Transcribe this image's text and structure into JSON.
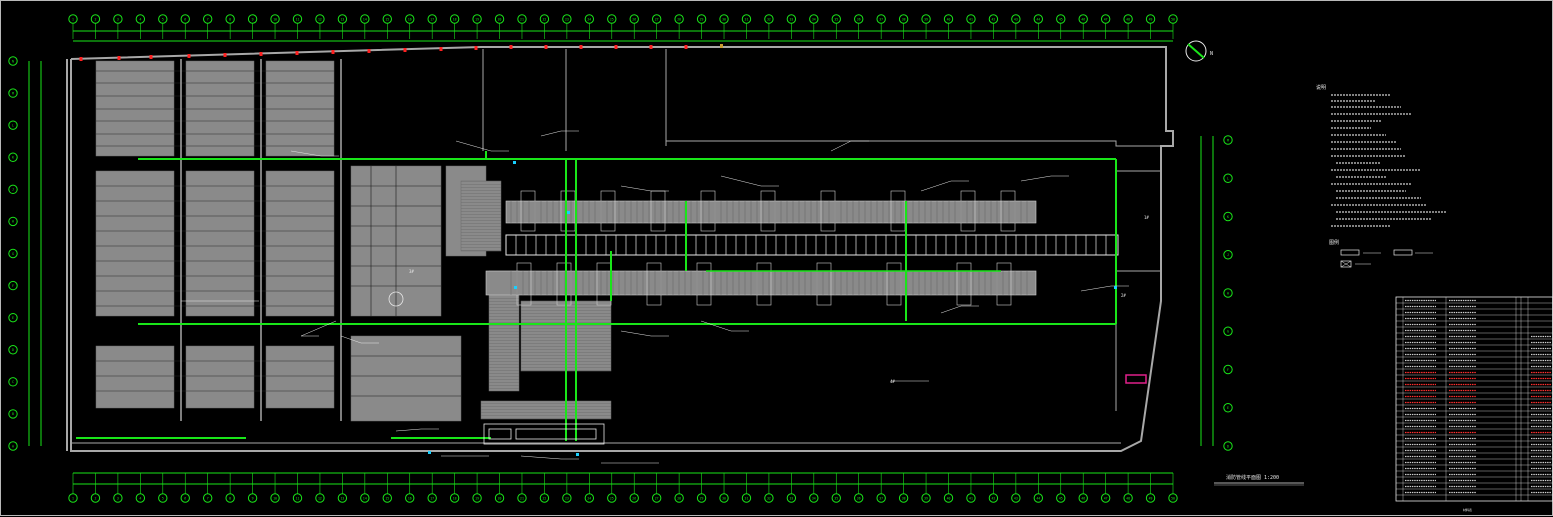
{
  "drawing": {
    "title": "消防管线平面图  1:200",
    "north_label": "N",
    "notes_heading": "说明",
    "legend_heading": "图例",
    "table_footer": "材料表",
    "room_labels": [
      "1#",
      "2#",
      "3#",
      "4#"
    ],
    "colors": {
      "background": "#000000",
      "wall": "#a8a8a8",
      "equipment_fill": "#8a8a8a",
      "pipe": "#19e619",
      "axis": "#19e619",
      "valve": "#ff2020",
      "highlight": "#e0208a",
      "cyan": "#19d0ff",
      "text": "#e8e8e8"
    }
  },
  "axes": {
    "top": [
      "1",
      "2",
      "3",
      "4",
      "5",
      "6",
      "7",
      "8",
      "9",
      "10",
      "11",
      "12",
      "13",
      "14",
      "15",
      "16",
      "17",
      "18",
      "19",
      "20",
      "21",
      "22",
      "23",
      "24",
      "25",
      "26",
      "27",
      "28",
      "29",
      "30",
      "31",
      "32",
      "33",
      "34",
      "35",
      "36",
      "37",
      "38",
      "39",
      "40",
      "41",
      "42",
      "43",
      "44",
      "45",
      "46",
      "47",
      "48",
      "49",
      "50"
    ],
    "left": [
      "N",
      "M",
      "L",
      "K",
      "J",
      "H",
      "G",
      "F",
      "E",
      "D",
      "C",
      "B",
      "A"
    ],
    "right": [
      "M",
      "L",
      "K",
      "J",
      "H",
      "G",
      "F",
      "E",
      "D"
    ]
  }
}
